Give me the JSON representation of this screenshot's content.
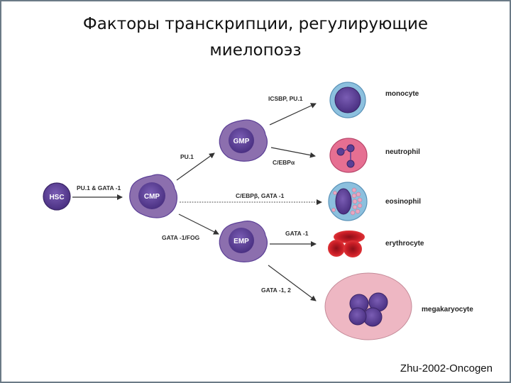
{
  "title": {
    "line1": "Факторы транскрипции, регулирующие",
    "line2": "миелопоэз"
  },
  "progenitors": {
    "hsc": "HSC",
    "cmp": "CMP",
    "gmp": "GMP",
    "emp": "EMP"
  },
  "factors": {
    "hsc_to_cmp": "PU.1 & GATA -1",
    "cmp_to_gmp": "PU.1",
    "cmp_to_emp": "GATA -1/FOG",
    "gmp_to_monocyte": "ICSBP, PU.1",
    "gmp_to_neutrophil": "C/EBPα",
    "cmp_to_eosinophil": "C/EBPβ, GATA -1",
    "emp_to_erythrocyte": "GATA -1",
    "emp_to_megakaryocyte": "GATA -1, 2"
  },
  "mature_cells": {
    "monocyte": "monocyte",
    "neutrophil": "neutrophil",
    "eosinophil": "eosinophil",
    "erythrocyte": "erythrocyte",
    "megakaryocyte": "megakaryocyte"
  },
  "credit": "Zhu-2002-Oncogen",
  "colors": {
    "nucleus": "#5b3f96",
    "cytoplasm": "#8c6fae",
    "monocyte_ring": "#8cc0de",
    "neutrophil": "#e66f92",
    "eosinophil_ring": "#8cc0de",
    "erythrocyte": "#d5202a",
    "megakaryocyte": "#eeb7c3"
  }
}
